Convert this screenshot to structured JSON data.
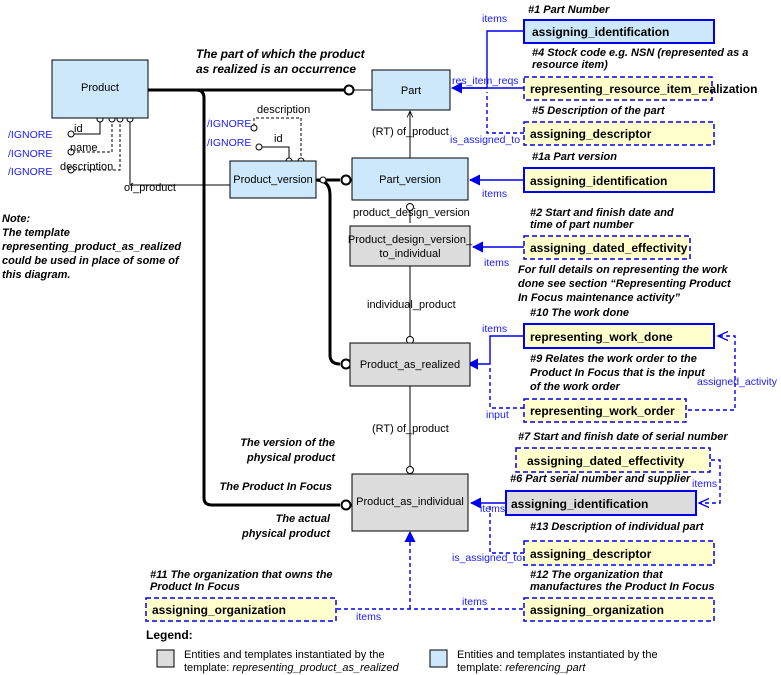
{
  "entities": {
    "product": "Product",
    "part": "Part",
    "product_version": "Product_version",
    "part_version": "Part_version",
    "product_design_version_line1": "Product_design_version_",
    "product_design_version_line2": "to_individual",
    "product_as_realized": "Product_as_realized",
    "product_as_individual": "Product_as_individual"
  },
  "templates": {
    "assigning_identification_1": "assigning_identification",
    "representing_resource_item_realization": "representing_resource_item_realization",
    "assigning_descriptor_1": "assigning_descriptor",
    "assigning_identification_2": "assigning_identification",
    "assigning_dated_effectivity_1": "assigning_dated_effectivity",
    "representing_work_done": "representing_work_done",
    "representing_work_order": "representing_work_order",
    "assigning_dated_effectivity_2": "assigning_dated_effectivity",
    "assigning_identification_3": "assigning_identification",
    "assigning_descriptor_2": "assigning_descriptor",
    "assigning_organization_left": "assigning_organization",
    "assigning_organization_right": "assigning_organization"
  },
  "annotations": {
    "n1": "#1 Part Number",
    "n4a": "#4 Stock code e.g. NSN (represented as a",
    "n4b": "resource item)",
    "n5": "#5 Description of the part",
    "n1a": "#1a Part version",
    "n2a": "#2 Start and finish date and",
    "n2b": "time of part number",
    "full_a": "For full details on representing the work",
    "full_b": "done see section “Representing Product",
    "full_c": "In Focus maintenance activity”",
    "n10": "#10 The work done",
    "n9a": "#9 Relates the work order to the",
    "n9b": "Product In Focus that is the input",
    "n9c": "of the work order",
    "n7": "#7 Start and finish date of serial number",
    "n6": "#6 Part serial number and supplier",
    "n13": "#13 Description of individual part",
    "n12a": "#12 The organization that",
    "n12b": "manufactures the Product In Focus",
    "n11a": "#11 The organization that owns the",
    "n11b": "Product In Focus",
    "part_realized_a": "The part of which the product",
    "part_realized_b": "as realized is an occurrence",
    "version_phys_a": "The version of the",
    "version_phys_b": "physical product",
    "pif": "The Product In Focus",
    "actual_a": "The actual",
    "actual_b": "physical product",
    "note_a": "Note:",
    "note_b": "The template",
    "note_c": "representing_product_as_realized",
    "note_d": "could be used in place of some of",
    "note_e": "this diagram."
  },
  "relation_labels": {
    "items": "items",
    "res_item_reqs": "res_item_reqs",
    "is_assigned_to": "is_assigned_to",
    "rt_of_product": "(RT) of_product",
    "product_design_version": "product_design_version",
    "individual_product": "individual_product",
    "assigned_activity": "assigned_activity",
    "input": "input",
    "of_product": "of_product",
    "description": "description",
    "id": "id",
    "name": "name",
    "ignore": "/IGNORE"
  },
  "legend": {
    "title": "Legend:",
    "grey_line1": "Entities and templates instantiated by the",
    "grey_line2_prefix": "template: ",
    "grey_line2_italic": "representing_product_as_realized",
    "blue_line1": "Entities and templates instantiated by the",
    "blue_line2_prefix": "template: ",
    "blue_line2_italic": "referencing_part"
  },
  "colors": {
    "entity_blue": "#cce8fa",
    "entity_grey": "#dcdcdc",
    "template_yellow": "#ffffcc",
    "link_blue": "#0000ee",
    "line_black": "#000000"
  }
}
